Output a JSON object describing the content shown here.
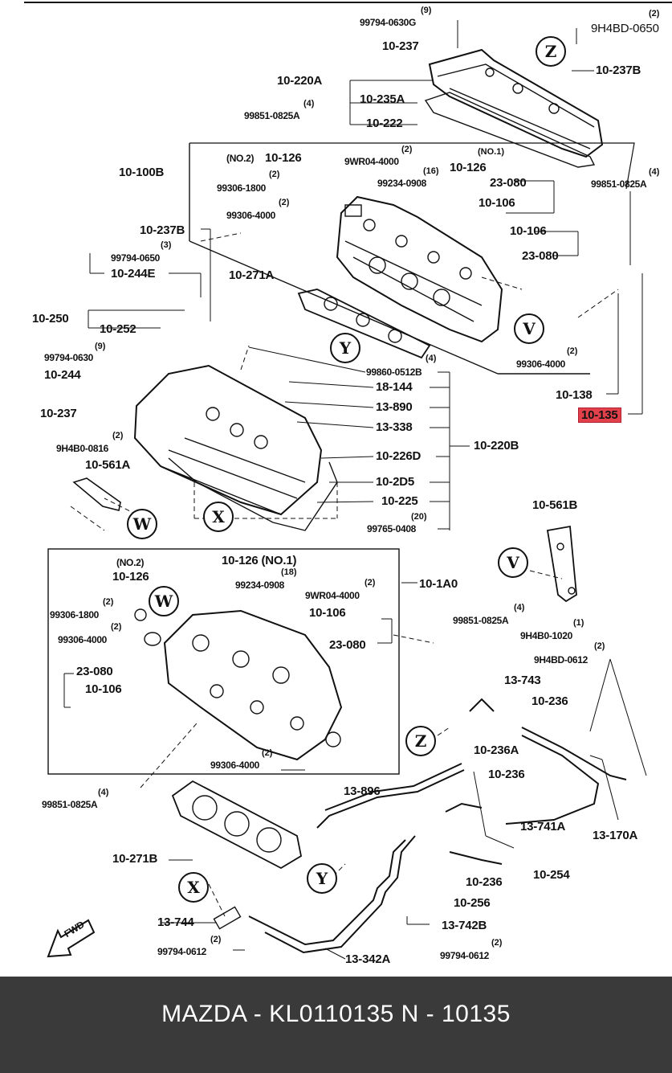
{
  "callouts": {
    "p99794_0630g": "99794-0630G",
    "q99794_0630g": "(9)",
    "p10_237_top": "10-237",
    "p9h4bd_0650": "9H4BD-0650",
    "q9h4bd_0650": "(2)",
    "p10_237b_top": "10-237B",
    "p10_220a": "10-220A",
    "p10_235a": "10-235A",
    "p10_222": "10-222",
    "p99851_a1": "99851-0825A",
    "q99851_a1": "(4)",
    "p10_100b": "10-100B",
    "p10_126_no2": "10-126",
    "n_no2_a": "(NO.2)",
    "p9wr04_a": "9WR04-4000",
    "q9wr04_a": "(2)",
    "p10_126_no1": "10-126",
    "n_no1_a": "(NO.1)",
    "p99234_a": "99234-0908",
    "q99234_a": "(16)",
    "p99306_1800_a": "99306-1800",
    "q99306_1800_a": "(2)",
    "p99306_4000_a": "99306-4000",
    "q99306_4000_a": "(2)",
    "p23_080_a": "23-080",
    "p10_106_a": "10-106",
    "p10_106_b": "10-106",
    "p23_080_b": "23-080",
    "p99851_b": "99851-0825A",
    "q99851_b": "(4)",
    "p10_237b_left": "10-237B",
    "p99794_0650": "99794-0650",
    "q99794_0650": "(3)",
    "p10_244e": "10-244E",
    "p10_271a": "10-271A",
    "p10_250": "10-250",
    "p10_252": "10-252",
    "p99306_4000_v": "99306-4000",
    "q99306_4000_v": "(2)",
    "p99794_0630": "99794-0630",
    "q99794_0630": "(9)",
    "p10_244": "10-244",
    "p10_237_left": "10-237",
    "p99860": "99860-0512B",
    "q99860": "(4)",
    "p18_144": "18-144",
    "p13_890": "13-890",
    "p13_338": "13-338",
    "p10_138": "10-138",
    "p10_135": "10-135",
    "p10_220b": "10-220B",
    "p9h4b0_0816": "9H4B0-0816",
    "q9h4b0_0816": "(2)",
    "p10_561a": "10-561A",
    "p10_226d": "10-226D",
    "p10_2d5": "10-2D5",
    "p10_225": "10-225",
    "p99765": "99765-0408",
    "q99765": "(20)",
    "p10_561b": "10-561B",
    "p10_126_no2_b": "10-126",
    "n_no2_b": "(NO.2)",
    "p10_126_no1_b": "10-126 (NO.1)",
    "p99234_b": "99234-0908",
    "q99234_b": "(18)",
    "p9wr04_b": "9WR04-4000",
    "q9wr04_b": "(2)",
    "p10_1a0": "10-1A0",
    "p99306_1800_b": "99306-1800",
    "q99306_1800_b": "(2)",
    "p99306_4000_b": "99306-4000",
    "q99306_4000_b": "(2)",
    "p10_106_c": "10-106",
    "p23_080_c": "23-080",
    "p99851_c": "99851-0825A",
    "q99851_c": "(4)",
    "p9h4b0_1020": "9H4B0-1020",
    "q9h4b0_1020": "(1)",
    "p9h4bd_0612": "9H4BD-0612",
    "q9h4bd_0612": "(2)",
    "p23_080_d": "23-080",
    "p10_106_d": "10-106",
    "p13_743": "13-743",
    "p10_236_a": "10-236",
    "p10_236a": "10-236A",
    "p99306_4000_c": "99306-4000",
    "q99306_4000_c": "(2)",
    "p99851_d": "99851-0825A",
    "q99851_d": "(4)",
    "p13_896": "13-896",
    "p10_236_b": "10-236",
    "p13_170a": "13-170A",
    "p13_741a": "13-741A",
    "p10_271b": "10-271B",
    "p10_236_c": "10-236",
    "p10_254": "10-254",
    "p10_256": "10-256",
    "p13_744": "13-744",
    "p13_742b": "13-742B",
    "p99794_0612_a": "99794-0612",
    "q99794_0612_a": "(2)",
    "p99794_0612_b": "99794-0612",
    "q99794_0612_b": "(2)",
    "p13_342a": "13-342A",
    "fwd": "FWD"
  },
  "markers": {
    "z": "Z",
    "v": "V",
    "y": "Y",
    "w": "W",
    "x": "X"
  },
  "highlight_color": "#e2404a",
  "footer": {
    "text": "MAZDA - KL0110135   N - 10135"
  }
}
